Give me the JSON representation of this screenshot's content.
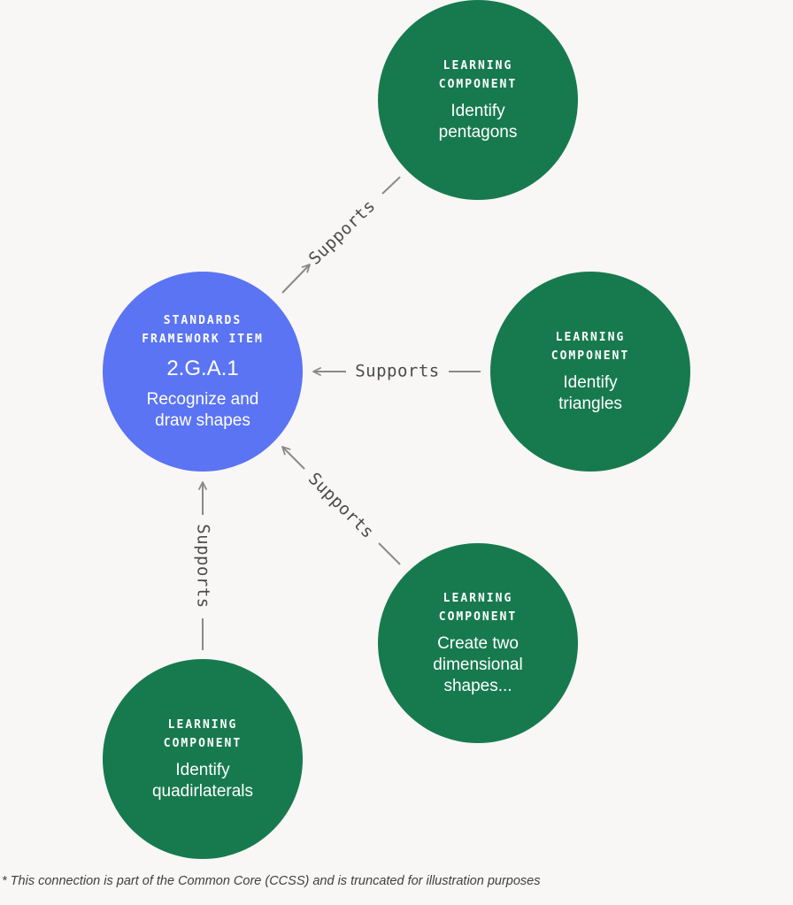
{
  "diagram": {
    "center": {
      "kicker": "STANDARDS\nFRAMEWORK ITEM",
      "code": "2.G.A.1",
      "title": "Recognize and\ndraw shapes",
      "color": "#5b74f3"
    },
    "components": [
      {
        "kicker": "LEARNING\nCOMPONENT",
        "title": "Identify\npentagons",
        "color": "#177a4e"
      },
      {
        "kicker": "LEARNING\nCOMPONENT",
        "title": "Identify\ntriangles",
        "color": "#177a4e"
      },
      {
        "kicker": "LEARNING\nCOMPONENT",
        "title": "Create two\ndimensional\nshapes...",
        "color": "#177a4e"
      },
      {
        "kicker": "LEARNING\nCOMPONENT",
        "title": "Identify\nquadirlaterals",
        "color": "#177a4e"
      }
    ],
    "edge_label": "Supports",
    "edge_color": "#8a8a8a"
  },
  "footnote": "* This connection is part of the Common Core (CCSS) and is truncated for illustration purposes"
}
